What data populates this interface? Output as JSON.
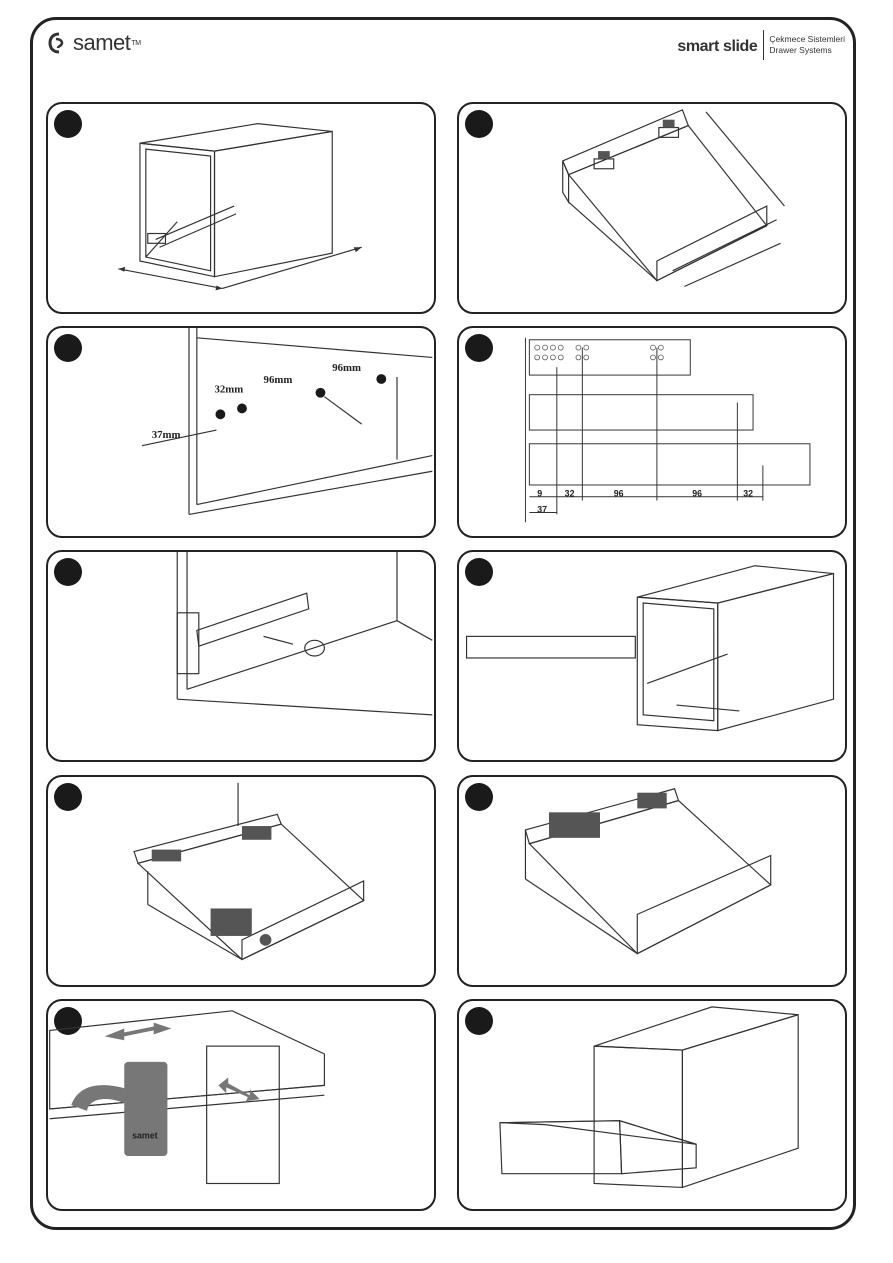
{
  "header": {
    "brand": "samet",
    "brand_tm": "TM",
    "product": "smart slide",
    "product_sub_1": "Çekmece Sistemleri",
    "product_sub_2": "Drawer Systems"
  },
  "steps": [
    {
      "id": 1,
      "icon": "cabinet-with-runner"
    },
    {
      "id": 2,
      "icon": "drawer-measure"
    },
    {
      "id": 3,
      "icon": "hole-positions",
      "labels": [
        "37mm",
        "32mm",
        "96mm",
        "96mm"
      ]
    },
    {
      "id": 4,
      "icon": "runner-hole-chart",
      "labels": [
        "9",
        "32",
        "96",
        "96",
        "32",
        "37"
      ]
    },
    {
      "id": 5,
      "icon": "screw-runner"
    },
    {
      "id": 6,
      "icon": "runner-install"
    },
    {
      "id": 7,
      "icon": "clip-install"
    },
    {
      "id": 8,
      "icon": "clip-attached"
    },
    {
      "id": 9,
      "icon": "clip-adjust",
      "labels": [
        "samet"
      ]
    },
    {
      "id": 10,
      "icon": "drawer-inserted"
    }
  ]
}
